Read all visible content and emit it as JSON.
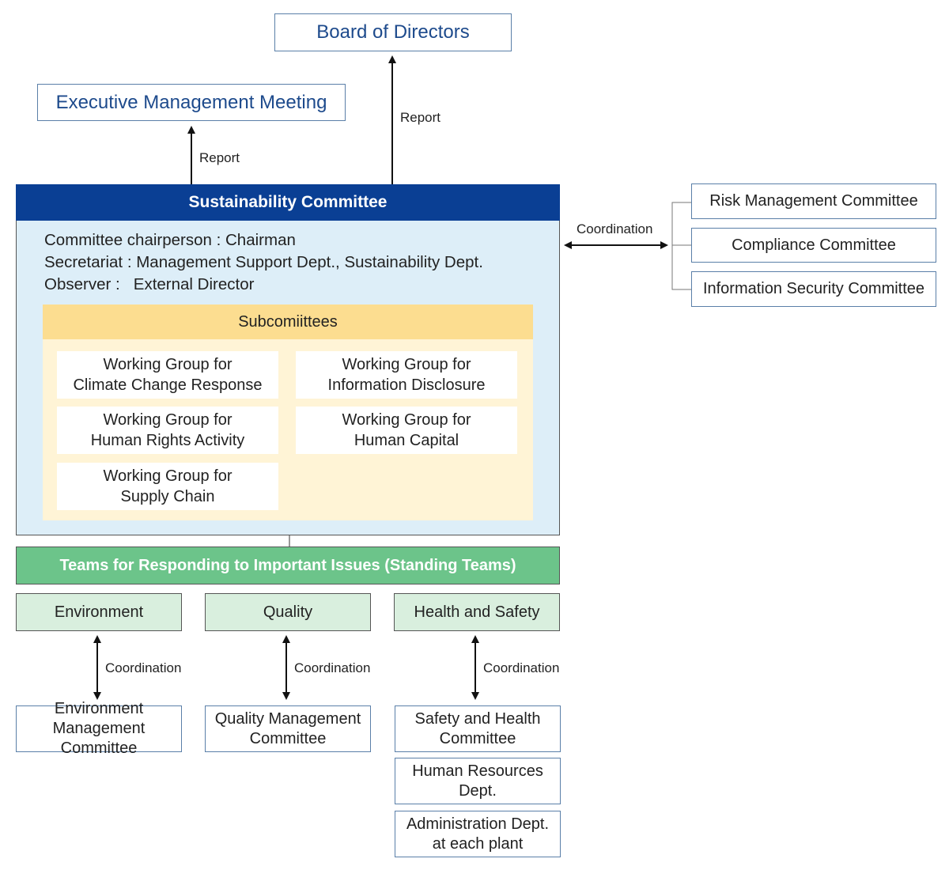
{
  "board": {
    "title": "Board of Directors"
  },
  "executive": {
    "title": "Executive Management Meeting"
  },
  "report_labels": {
    "board": "Report",
    "executive": "Report"
  },
  "sustainability": {
    "header": "Sustainability Committee",
    "chairperson": "Committee chairperson : Chairman",
    "secretariat": "Secretariat : Management Support Dept., Sustainability Dept.",
    "observer": "Observer :   External Director"
  },
  "subcommittees": {
    "header": "Subcomiittees",
    "groups": [
      {
        "line1": "Working Group for",
        "line2": "Climate Change Response"
      },
      {
        "line1": "Working Group for",
        "line2": "Information Disclosure"
      },
      {
        "line1": "Working Group for",
        "line2": "Human Rights Activity"
      },
      {
        "line1": "Working Group for",
        "line2": "Human Capital"
      },
      {
        "line1": "Working Group for",
        "line2": "Supply Chain"
      }
    ]
  },
  "coordination_right": "Coordination",
  "side_committees": [
    {
      "label": "Risk Management Committee"
    },
    {
      "label": "Compliance Committee"
    },
    {
      "label": "Information Security Committee"
    }
  ],
  "teams": {
    "header": "Teams for Responding to Important Issues (Standing Teams)",
    "items": [
      {
        "label": "Environment",
        "coordination": "Coordination",
        "committees": [
          {
            "line1": "Environment",
            "line2": "Management Committee"
          }
        ]
      },
      {
        "label": "Quality",
        "coordination": "Coordination",
        "committees": [
          {
            "line1": "Quality Management",
            "line2": "Committee"
          }
        ]
      },
      {
        "label": "Health and Safety",
        "coordination": "Coordination",
        "committees": [
          {
            "line1": "Safety and Health",
            "line2": "Committee"
          },
          {
            "line1": "Human Resources",
            "line2": "Dept."
          },
          {
            "line1": "Administration Dept.",
            "line2": "at each plant"
          }
        ]
      }
    ]
  },
  "colors": {
    "navy_header": "#0a3f94",
    "light_blue_body": "#ddeef8",
    "sub_header": "#fcdd90",
    "sub_panel": "#fff4d6",
    "teams_green": "#6cc48a",
    "team_light_green": "#d9efde",
    "title_blue": "#1d4a8c"
  }
}
